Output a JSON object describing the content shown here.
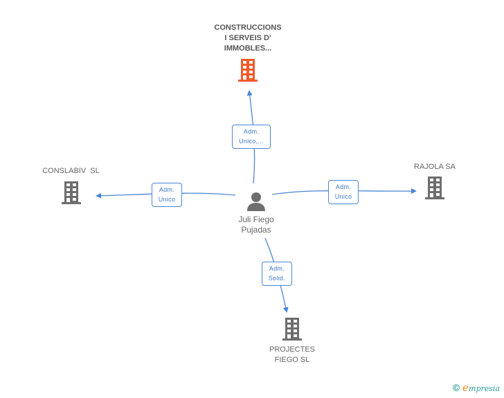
{
  "center": {
    "name_line1": "Juli Fiego",
    "name_line2": "Pujadas",
    "icon": "person-icon"
  },
  "companies": [
    {
      "id": "construccions",
      "lines": [
        "CONSTRUCCIONS",
        "I SERVEIS D'",
        "IMMOBLES..."
      ],
      "icon": "building-icon",
      "color": "#f05a2a",
      "highlight": true
    },
    {
      "id": "conslabiv",
      "lines": [
        "CONSLABIV  SL"
      ],
      "icon": "building-icon",
      "color": "#6e6e6e"
    },
    {
      "id": "rajola",
      "lines": [
        "RAJOLA SA"
      ],
      "icon": "building-icon",
      "color": "#6e6e6e"
    },
    {
      "id": "projectes",
      "lines": [
        "PROJECTES",
        "FIEGO SL"
      ],
      "icon": "building-icon",
      "color": "#6e6e6e"
    }
  ],
  "relations": [
    {
      "to": "construccions",
      "line1": "Adm.",
      "line2": "Unico,..."
    },
    {
      "to": "conslabiv",
      "line1": "Adm.",
      "line2": "Unico"
    },
    {
      "to": "rajola",
      "line1": "Adm.",
      "line2": "Unico"
    },
    {
      "to": "projectes",
      "line1": "Adm.",
      "line2": "Solid."
    }
  ],
  "footer": {
    "copyright": "©",
    "brand_initial": "e",
    "brand_rest": "mpresia"
  },
  "colors": {
    "edge": "#4a86d6",
    "building_default": "#6e6e6e",
    "building_highlight": "#f05a2a",
    "person": "#6e6e6e"
  }
}
